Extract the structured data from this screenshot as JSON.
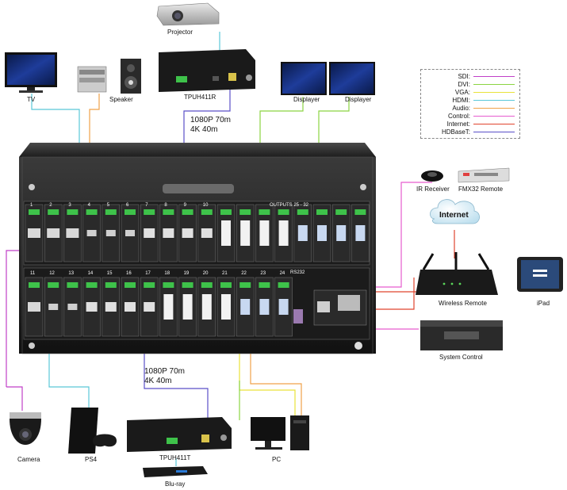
{
  "devices": {
    "projector": "Projector",
    "tpuh411r": "TPUH411R",
    "tv": "TV",
    "speaker": "Speaker",
    "displayer1": "Displayer",
    "displayer2": "Displayer",
    "ir_receiver": "IR Receiver",
    "fmx32_remote": "FMX32  Remote",
    "internet": "Internet",
    "wireless_remote": "Wireless Remote",
    "ipad": "iPad",
    "system_control": "System Control",
    "camera": "Camera",
    "ps4": "PS4",
    "tpuh411t": "TPUH411T",
    "bluray": "Blu-ray",
    "pc": "PC"
  },
  "annotations": {
    "top_line1": "1080P 70m",
    "top_line2": "4K 40m",
    "bottom_line1": "1080P 70m",
    "bottom_line2": "4K 40m"
  },
  "chassis": {
    "outputs_label": "OUTPUTS 25 - 32",
    "rs232_label": "RS232",
    "top_slot_numbers": [
      "1",
      "2",
      "3",
      "4",
      "5",
      "6",
      "7",
      "8",
      "9",
      "10"
    ],
    "bottom_slot_numbers": [
      "11",
      "12",
      "13",
      "14",
      "15",
      "16",
      "17",
      "18",
      "19",
      "20",
      "21",
      "22",
      "23",
      "24"
    ]
  },
  "legend": [
    {
      "name": "SDI:",
      "color": "#c03fc8"
    },
    {
      "name": "DVI:",
      "color": "#8bd442"
    },
    {
      "name": "VGA:",
      "color": "#e9e23a"
    },
    {
      "name": "HDMI:",
      "color": "#5ac8d8"
    },
    {
      "name": "Audio:",
      "color": "#f0a24a"
    },
    {
      "name": "Control:",
      "color": "#e65ccf"
    },
    {
      "name": "Internet:",
      "color": "#e0442e"
    },
    {
      "name": "HDBaseT:",
      "color": "#5a4fc8"
    }
  ]
}
